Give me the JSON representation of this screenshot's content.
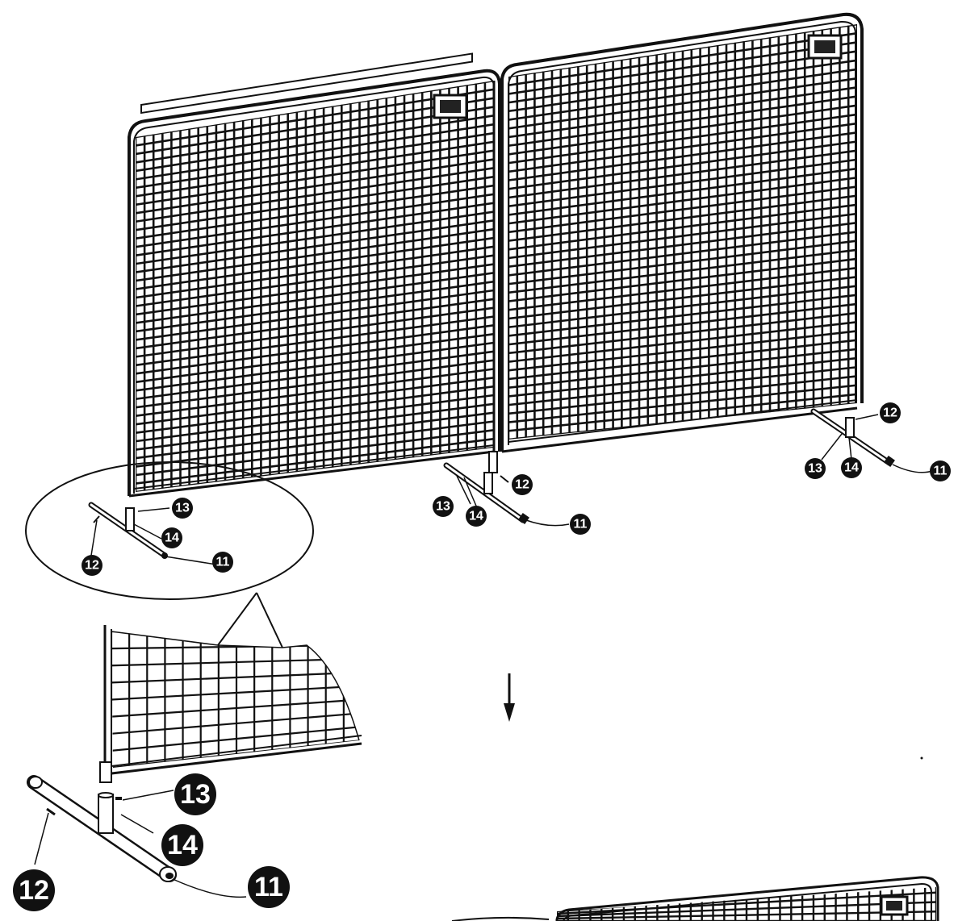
{
  "callouts": {
    "top_left": {
      "n11": "11",
      "n12": "12",
      "n13": "13",
      "n14": "14"
    },
    "top_mid": {
      "n11": "11",
      "n12": "12",
      "n13": "13",
      "n14": "14"
    },
    "top_right": {
      "n11": "11",
      "n12": "12",
      "n13": "13",
      "n14": "14"
    },
    "bottom_big": {
      "n11": "11",
      "n12": "12",
      "n13": "13",
      "n14": "14"
    }
  },
  "colors": {
    "ink": "#111111",
    "paper": "#ffffff"
  },
  "icons": {
    "arrow": "down-arrow-icon"
  }
}
